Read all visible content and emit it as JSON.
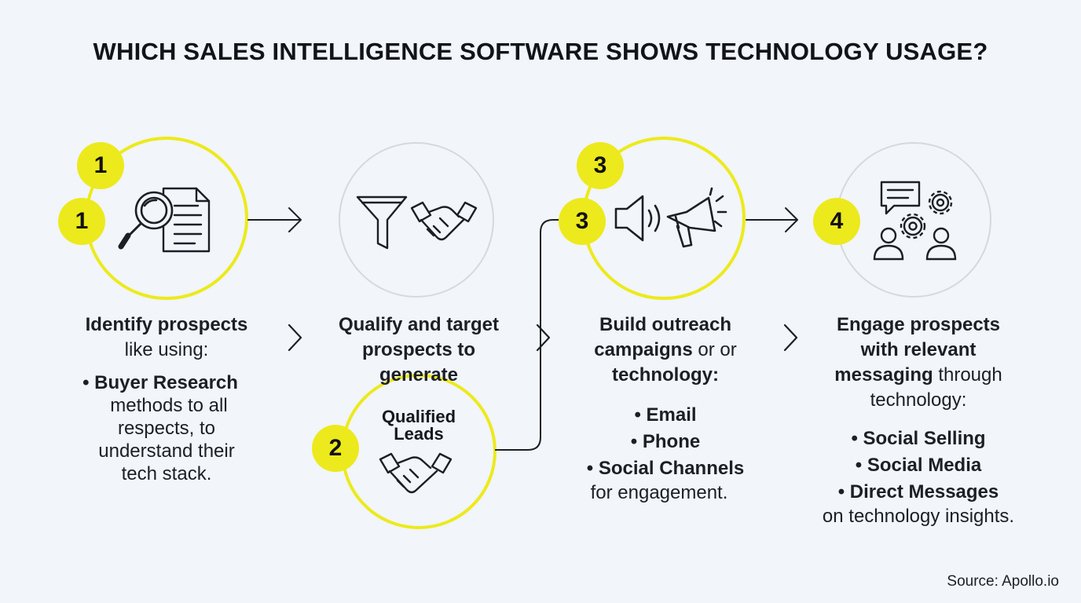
{
  "title": "WHICH SALES INTELLIGENCE SOFTWARE SHOWS TECHNOLOGY USAGE?",
  "colors": {
    "accent": "#ecea1c",
    "ring_grey": "#d5d9de",
    "ink": "#1b1f26",
    "background": "#f2f5f9"
  },
  "steps": [
    {
      "badges": [
        "1",
        "1"
      ],
      "icons": [
        "magnifier-icon",
        "document-icon"
      ],
      "text": {
        "b1": "Identify prospects",
        "p1": "like using:",
        "bullet1": "• Buyer Research",
        "p2": "methods to all",
        "p3": "respects, to",
        "p4": "understand their",
        "p5": "tech stack."
      }
    },
    {
      "badges": [
        "2"
      ],
      "icons": [
        "funnel-icon",
        "handshake-icon",
        "handshake-icon"
      ],
      "text": {
        "b1": "Qualify and target",
        "b2": "prospects to",
        "b3": "generate"
      },
      "circle_label": [
        "Qualified",
        "Leads"
      ]
    },
    {
      "badges": [
        "3",
        "3"
      ],
      "icons": [
        "speaker-icon",
        "megaphone-icon"
      ],
      "text": {
        "b1": "Build outreach",
        "b2": "campaigns",
        "p_after_b2": " or or",
        "b3": "technology:",
        "bullet1": "• Email",
        "bullet2": "• Phone",
        "bullet3": "• Social Channels",
        "p1": "for engagement."
      }
    },
    {
      "badges": [
        "4"
      ],
      "icons": [
        "chat-bubble-icon",
        "gear-icon",
        "gear-icon",
        "people-icon"
      ],
      "text": {
        "b1": "Engage prospects",
        "b2": "with relevant",
        "b3": "messaging",
        "p_after_b3": " through",
        "p1": "technology:",
        "bullet1": "• Social Selling",
        "bullet2": "• Social Media",
        "bullet3": "• Direct Messages",
        "p2": "on technology insights."
      }
    }
  ],
  "source": "Source: Apollo.io"
}
